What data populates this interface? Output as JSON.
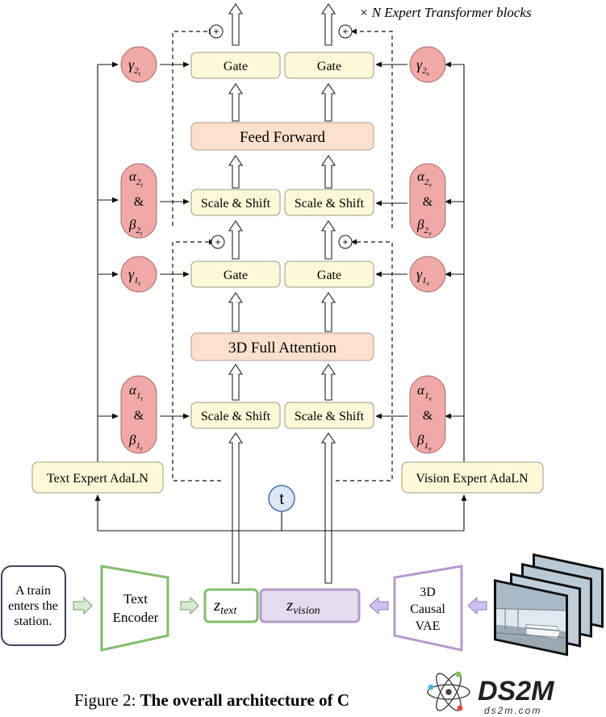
{
  "header": {
    "blocks_label": "× N Expert Transformer blocks"
  },
  "modules": {
    "gate": "Gate",
    "feed_forward": "Feed Forward",
    "scale_shift": "Scale & Shift",
    "attention": "3D Full Attention",
    "text_adaln": "Text Expert AdaLN",
    "vision_adaln": "Vision Expert AdaLN",
    "timestep": "t",
    "plus": "+"
  },
  "params": {
    "gamma": "γ",
    "alpha": "α",
    "beta": "β",
    "amp": "&",
    "text_sub": "t",
    "vision_sub": "v",
    "one": "1",
    "two": "2"
  },
  "pipeline": {
    "prompt_lines": [
      "A train",
      "enters the",
      "station."
    ],
    "text_encoder_lines": [
      "Text",
      "Encoder"
    ],
    "z_text_base": "z",
    "z_text_sub": "text",
    "z_vision_base": "z",
    "z_vision_sub": "vision",
    "vae_lines": [
      "3D",
      "Causal",
      "VAE"
    ]
  },
  "caption": {
    "prefix": "Figure 2: ",
    "bold": "The overall architecture of C"
  },
  "watermark": {
    "logo": "DS2M",
    "url": "ds2m.com"
  },
  "colors": {
    "gate_fill": "#fdf8d8",
    "gate_stroke": "#9a9a84",
    "orange_fill": "#fbe1cd",
    "orange_stroke": "#b09a8a",
    "param_fill": "#f0a9a6",
    "param_stroke": "#a56c6b",
    "t_fill": "#dbe7f7",
    "t_stroke": "#4a6fa8",
    "green": "#83bd6e",
    "purple": "#b59bcc",
    "purple_fill": "#e6dcef",
    "arrow_green": "#d6ecd0",
    "arrow_purple": "#cfc1f0"
  }
}
